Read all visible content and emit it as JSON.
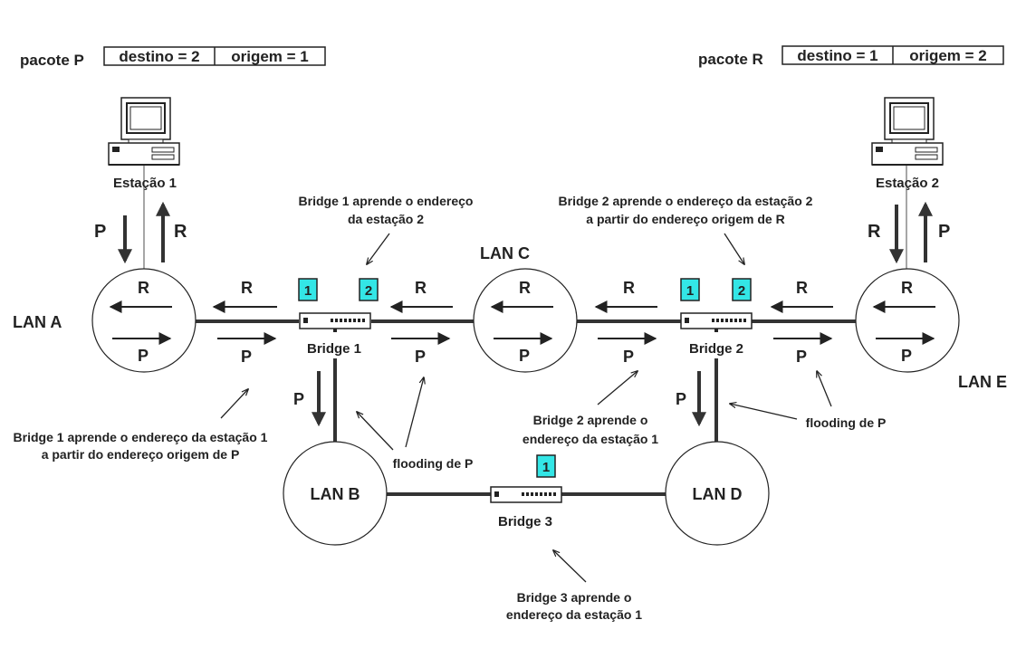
{
  "packet_p": {
    "label": "pacote P",
    "field1": "destino = 2",
    "field2": "origem = 1"
  },
  "packet_r": {
    "label": "pacote R",
    "field1": "destino = 1",
    "field2": "origem = 2"
  },
  "stations": {
    "s1": "Estação 1",
    "s2": "Estação 2"
  },
  "lans": {
    "a": "LAN A",
    "b": "LAN B",
    "c": "LAN C",
    "d": "LAN D",
    "e": "LAN E"
  },
  "bridges": {
    "b1": "Bridge 1",
    "b2": "Bridge 2",
    "b3": "Bridge 3"
  },
  "tables": {
    "b1": [
      "1",
      "2"
    ],
    "b2": [
      "1",
      "2"
    ],
    "b3": [
      "1"
    ]
  },
  "arrows": {
    "p": "P",
    "r": "R"
  },
  "notes": {
    "b1_station2": [
      "Bridge 1 aprende o endereço",
      "da estação  2"
    ],
    "b2_station2": [
      "Bridge 2 aprende o endereço da estação  2",
      "a partir do endereço origem de R"
    ],
    "b1_station1": [
      "Bridge 1 aprende o endereço da estação 1",
      "a partir do endereço origem de P"
    ],
    "b2_station1": [
      "Bridge 2 aprende o",
      "endereço da estação 1"
    ],
    "b3_station1": [
      "Bridge 3 aprende o",
      "endereço da estação 1"
    ],
    "flooding_1": "flooding de P",
    "flooding_2": "flooding de P"
  },
  "colors": {
    "table_fill": "#33e6e6",
    "line": "#333333"
  }
}
